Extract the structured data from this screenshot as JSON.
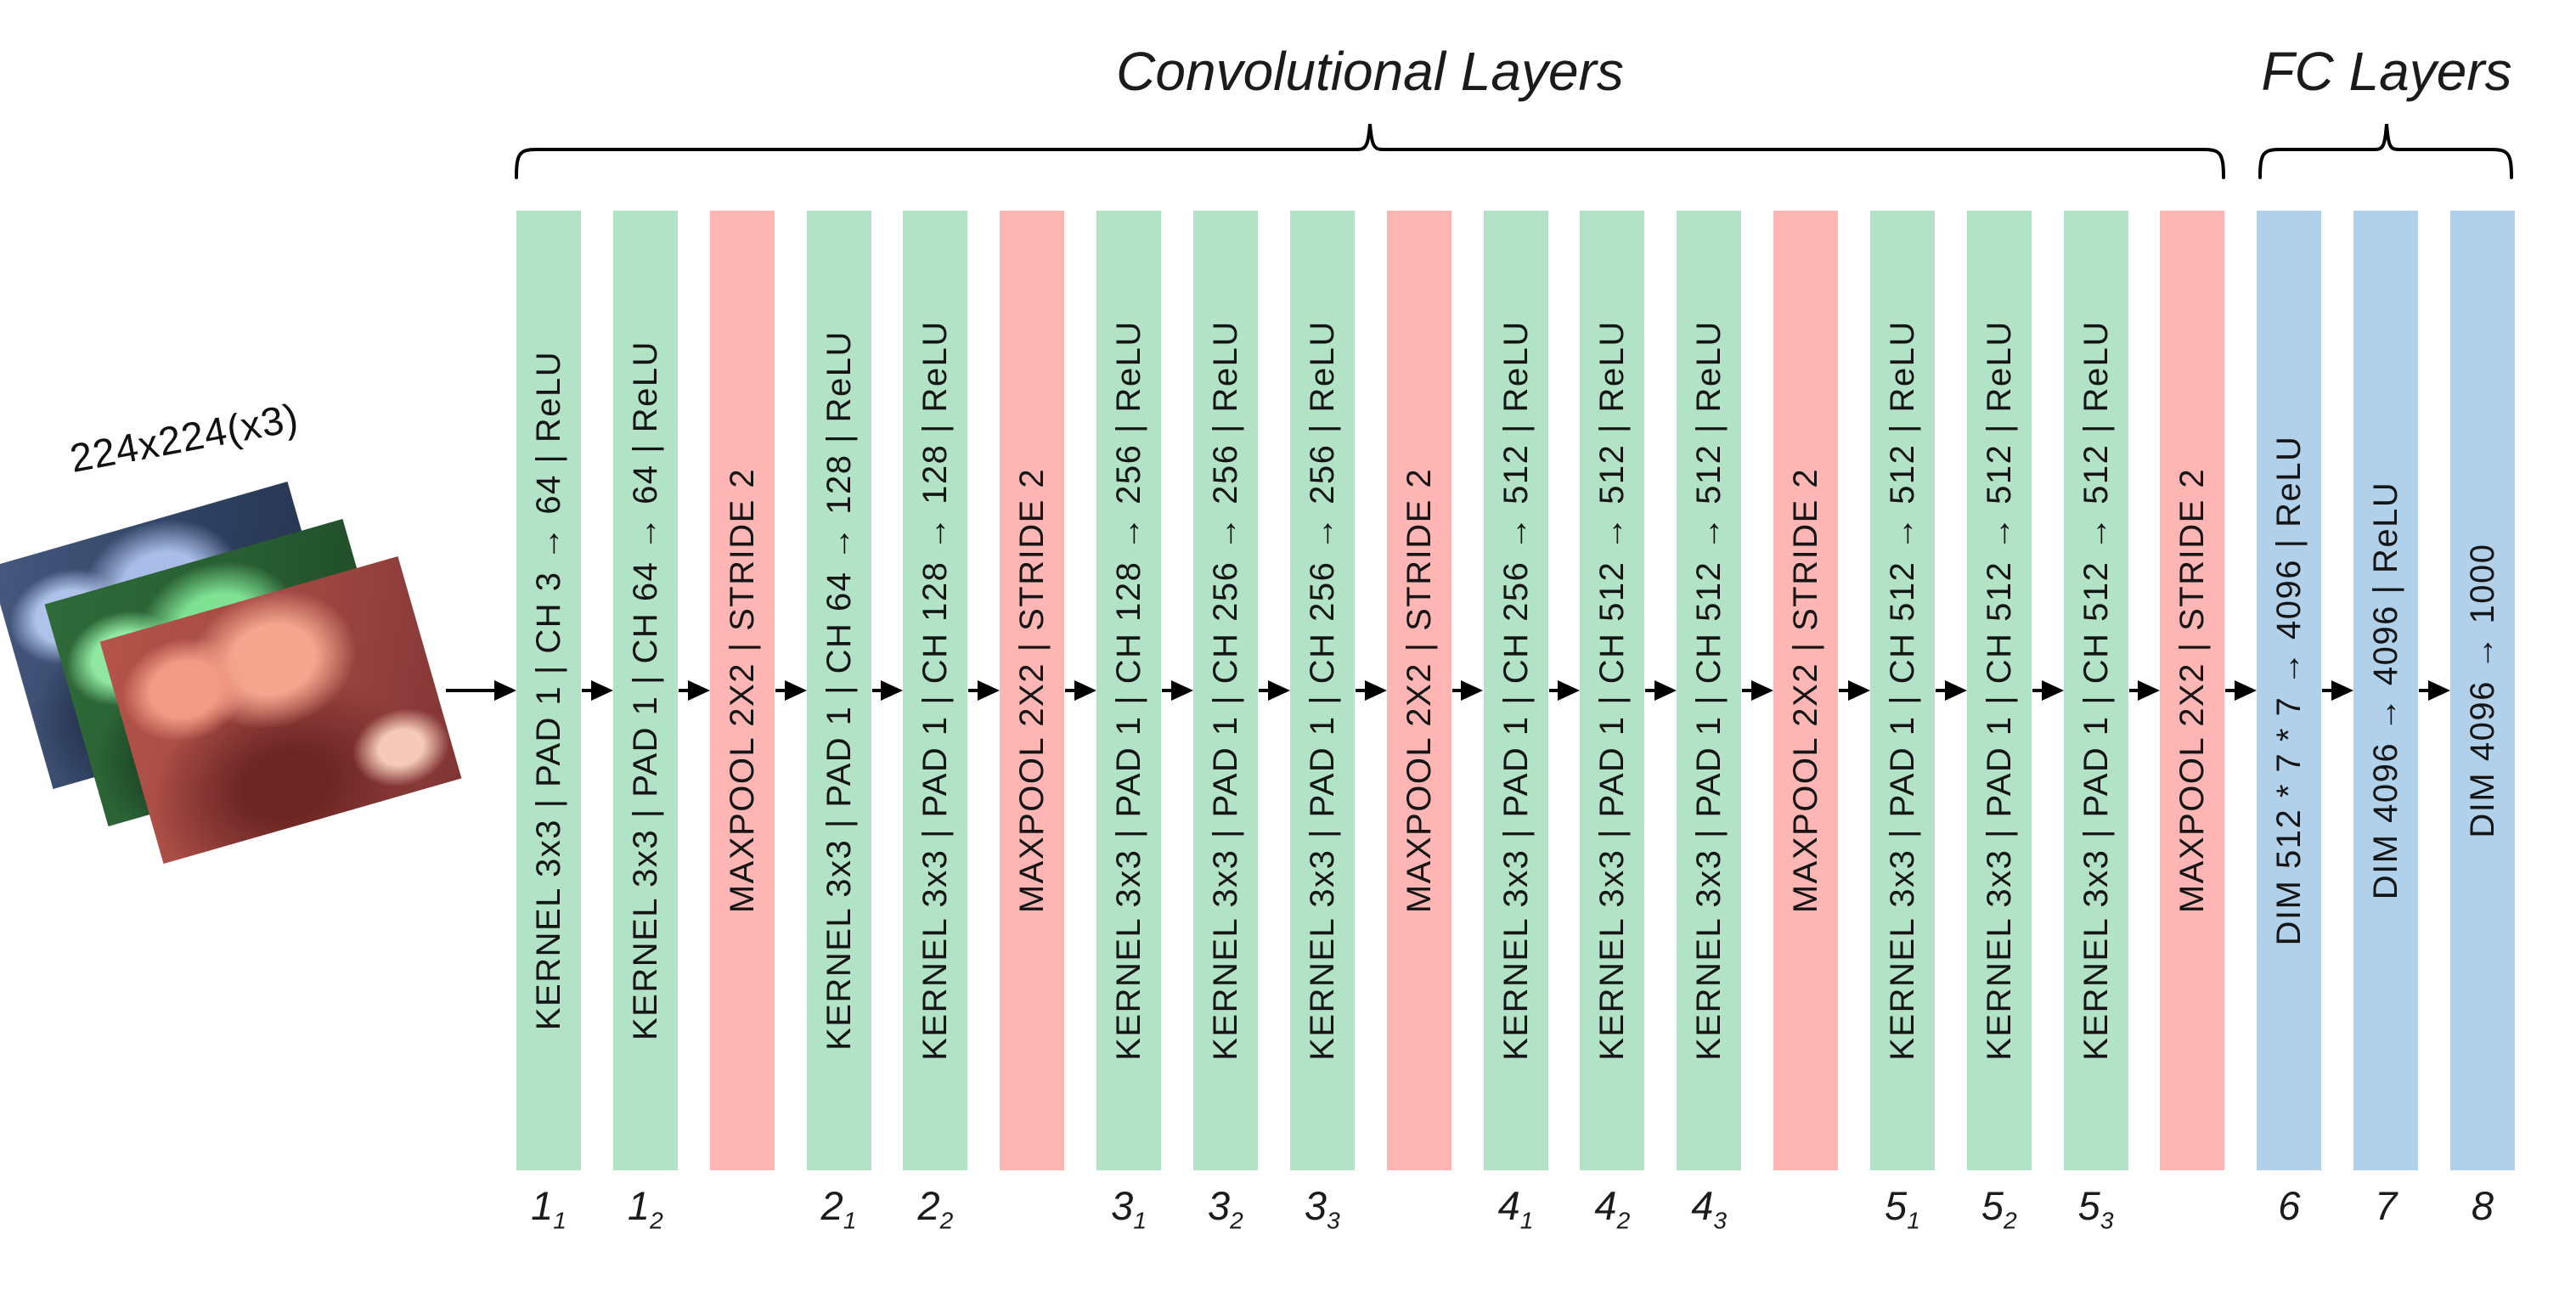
{
  "diagram": {
    "conv_group_label": "Convolutional Layers",
    "fc_group_label": "FC Layers",
    "input_label": "224x224(x3)",
    "colors": {
      "conv_layer": "#b2e3c6",
      "maxpool_layer": "#fdb6b4",
      "fc_layer": "#b1d1ea",
      "line": "#000000",
      "text": "#1b1b1b"
    },
    "layers": [
      {
        "type": "conv",
        "text": "KERNEL 3x3 | PAD 1 | CH 3 → 64 | ReLU",
        "label": "1",
        "sub": "1"
      },
      {
        "type": "conv",
        "text": "KERNEL 3x3 | PAD 1 | CH 64 → 64 | ReLU",
        "label": "1",
        "sub": "2"
      },
      {
        "type": "maxpool",
        "text": "MAXPOOL 2X2 | STRIDE 2",
        "label": "",
        "sub": ""
      },
      {
        "type": "conv",
        "text": "KERNEL 3x3 | PAD 1 | CH 64 → 128 | ReLU",
        "label": "2",
        "sub": "1"
      },
      {
        "type": "conv",
        "text": "KERNEL 3x3 | PAD 1 | CH 128 → 128 | ReLU",
        "label": "2",
        "sub": "2"
      },
      {
        "type": "maxpool",
        "text": "MAXPOOL 2X2 | STRIDE 2",
        "label": "",
        "sub": ""
      },
      {
        "type": "conv",
        "text": "KERNEL 3x3 | PAD 1 | CH 128 → 256 | ReLU",
        "label": "3",
        "sub": "1"
      },
      {
        "type": "conv",
        "text": "KERNEL 3x3 | PAD 1 | CH 256 → 256 | ReLU",
        "label": "3",
        "sub": "2"
      },
      {
        "type": "conv",
        "text": "KERNEL 3x3 | PAD 1 | CH 256 → 256 | ReLU",
        "label": "3",
        "sub": "3"
      },
      {
        "type": "maxpool",
        "text": "MAXPOOL 2X2 | STRIDE 2",
        "label": "",
        "sub": ""
      },
      {
        "type": "conv",
        "text": "KERNEL 3x3 | PAD 1 | CH 256 → 512 | ReLU",
        "label": "4",
        "sub": "1"
      },
      {
        "type": "conv",
        "text": "KERNEL 3x3 | PAD 1 | CH 512 → 512 | ReLU",
        "label": "4",
        "sub": "2"
      },
      {
        "type": "conv",
        "text": "KERNEL 3x3 | PAD 1 | CH 512 → 512 | ReLU",
        "label": "4",
        "sub": "3"
      },
      {
        "type": "maxpool",
        "text": "MAXPOOL 2X2 | STRIDE 2",
        "label": "",
        "sub": ""
      },
      {
        "type": "conv",
        "text": "KERNEL 3x3 | PAD 1 | CH 512 → 512 | ReLU",
        "label": "5",
        "sub": "1"
      },
      {
        "type": "conv",
        "text": "KERNEL 3x3 | PAD 1 | CH 512 → 512 | ReLU",
        "label": "5",
        "sub": "2"
      },
      {
        "type": "conv",
        "text": "KERNEL 3x3 | PAD 1 | CH 512 → 512 | ReLU",
        "label": "5",
        "sub": "3"
      },
      {
        "type": "maxpool",
        "text": "MAXPOOL 2X2 | STRIDE 2",
        "label": "",
        "sub": ""
      },
      {
        "type": "fc",
        "text": "DIM 512 * 7 * 7 → 4096 | ReLU",
        "label": "6",
        "sub": ""
      },
      {
        "type": "fc",
        "text": "DIM 4096 → 4096 | ReLU",
        "label": "7",
        "sub": ""
      },
      {
        "type": "fc",
        "text": "DIM 4096 → 1000",
        "label": "8",
        "sub": ""
      }
    ]
  }
}
